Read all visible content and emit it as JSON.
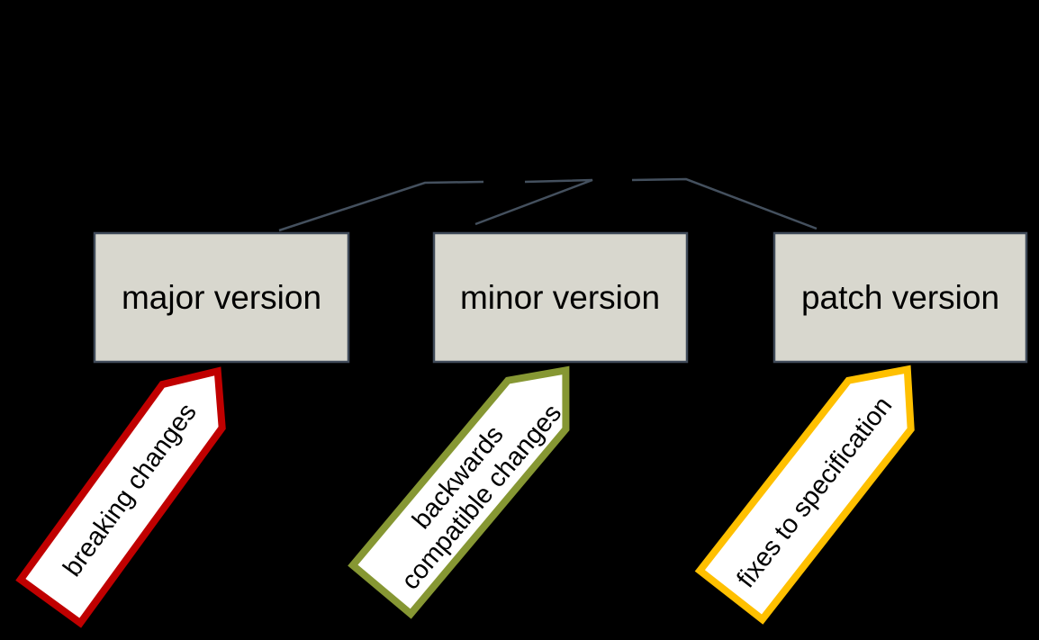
{
  "diagram": {
    "background": "#000000",
    "connector_color": "#44505e",
    "text_color": "#000000",
    "tag_fill": "#ffffff",
    "boxes": {
      "fill": "#d8d7ce",
      "border": "#3f4a59",
      "items": [
        {
          "id": "major",
          "label": "major version"
        },
        {
          "id": "minor",
          "label": "minor version"
        },
        {
          "id": "patch",
          "label": "patch version"
        }
      ]
    },
    "tags": [
      {
        "id": "breaking-changes",
        "border": "#c00000",
        "lines": [
          "breaking changes"
        ]
      },
      {
        "id": "backwards-compatible-changes",
        "border": "#869733",
        "lines": [
          "backwards",
          "compatible changes"
        ]
      },
      {
        "id": "fixes-to-specification",
        "border": "#ffc000",
        "lines": [
          "fixes to specification"
        ]
      }
    ]
  }
}
